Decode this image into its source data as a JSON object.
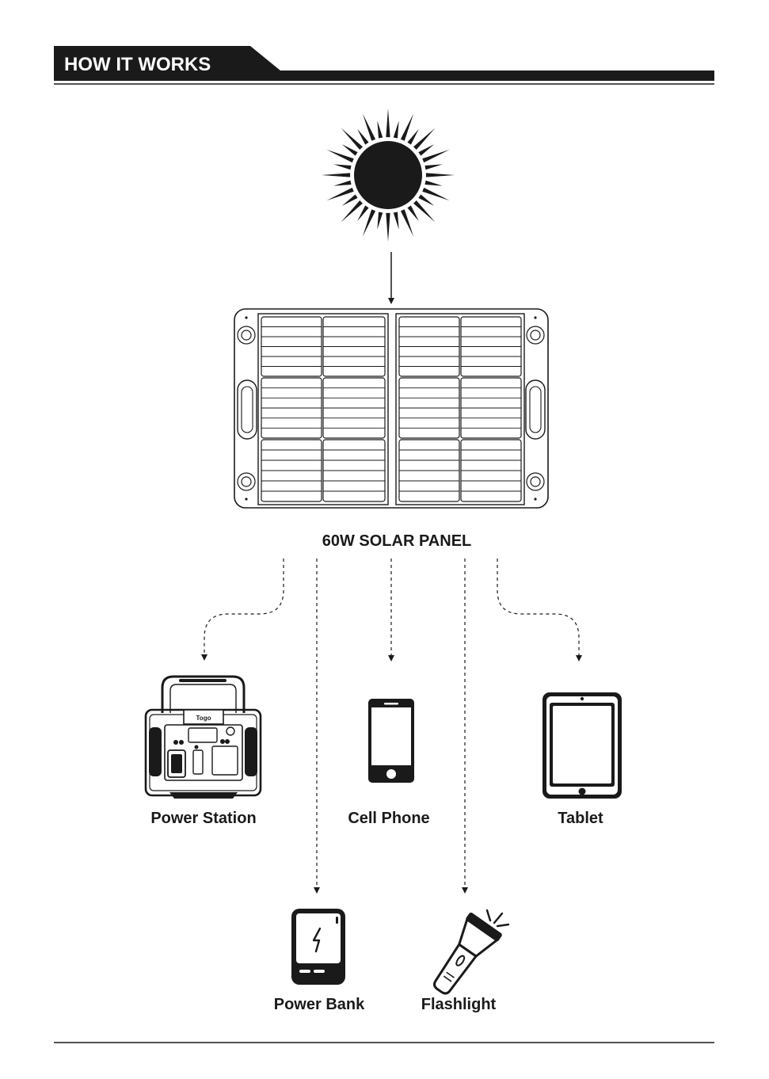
{
  "header": {
    "title": "HOW IT WORKS"
  },
  "source": {
    "label": "60W SOLAR PANEL"
  },
  "devices": [
    {
      "id": "power-station",
      "label": "Power Station",
      "icon": "power-station-icon",
      "brand_mark": "Togo"
    },
    {
      "id": "cell-phone",
      "label": "Cell Phone",
      "icon": "cell-phone-icon"
    },
    {
      "id": "tablet",
      "label": "Tablet",
      "icon": "tablet-icon"
    },
    {
      "id": "power-bank",
      "label": "Power Bank",
      "icon": "power-bank-icon"
    },
    {
      "id": "flashlight",
      "label": "Flashlight",
      "icon": "flashlight-icon"
    }
  ],
  "icons": {
    "sun": "sun-icon",
    "solar_panel": "solar-panel-icon",
    "arrow": "arrow-down-icon"
  },
  "colors": {
    "ink": "#1a1a1a",
    "background": "#ffffff"
  }
}
